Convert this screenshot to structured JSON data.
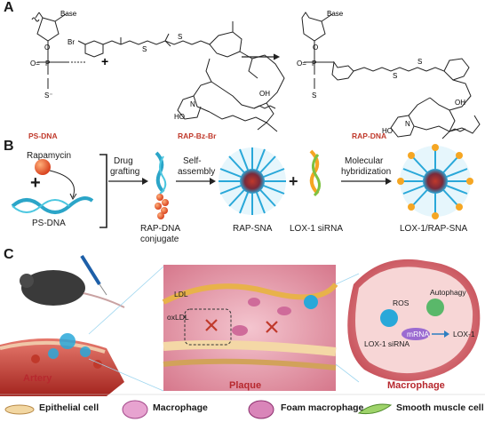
{
  "panels": {
    "a": "A",
    "b": "B",
    "c": "C"
  },
  "panel_a": {
    "chem_labels": {
      "base": "Base",
      "br": "Br",
      "s": "S",
      "o": "O",
      "p": "P",
      "s_minus": "S⁻",
      "ho": "HO",
      "plus": "+",
      "n": "N",
      "oh": "OH"
    },
    "compound_names": [
      "PS-DNA",
      "RAP-Bz-Br",
      "RAP-DNA"
    ]
  },
  "panel_b": {
    "rapamycin": "Rapamycin",
    "ps_dna": "PS-DNA",
    "step1": [
      "Drug",
      "grafting"
    ],
    "step2": [
      "Self-",
      "assembly"
    ],
    "step3": [
      "Molecular",
      "hybridization"
    ],
    "conjugate": [
      "RAP-DNA",
      "conjugate"
    ],
    "rap_sna": "RAP-SNA",
    "sirna": "LOX-1 siRNA",
    "final": "LOX-1/RAP-SNA",
    "plus": "+"
  },
  "panel_c": {
    "ldl": "LDL",
    "oxldl": "oxLDL",
    "ros": "ROS",
    "autophagy": "Autophagy",
    "sirna": "LOX-1 siRNA",
    "mrna": "mRNA",
    "lox1": "LOX-1",
    "artery": "Artery",
    "plaque": "Plaque",
    "macrophage": "Macrophage"
  },
  "legend": [
    "Epithelial cell",
    "Macrophage",
    "Foam macrophage",
    "Smooth muscle cell"
  ],
  "colors": {
    "label_red": "#b7282e",
    "sna_blue": "#29a8d9",
    "sirna_orange": "#f5a623",
    "drug_red": "#e8542c",
    "arrow": "#2d7fc1"
  }
}
